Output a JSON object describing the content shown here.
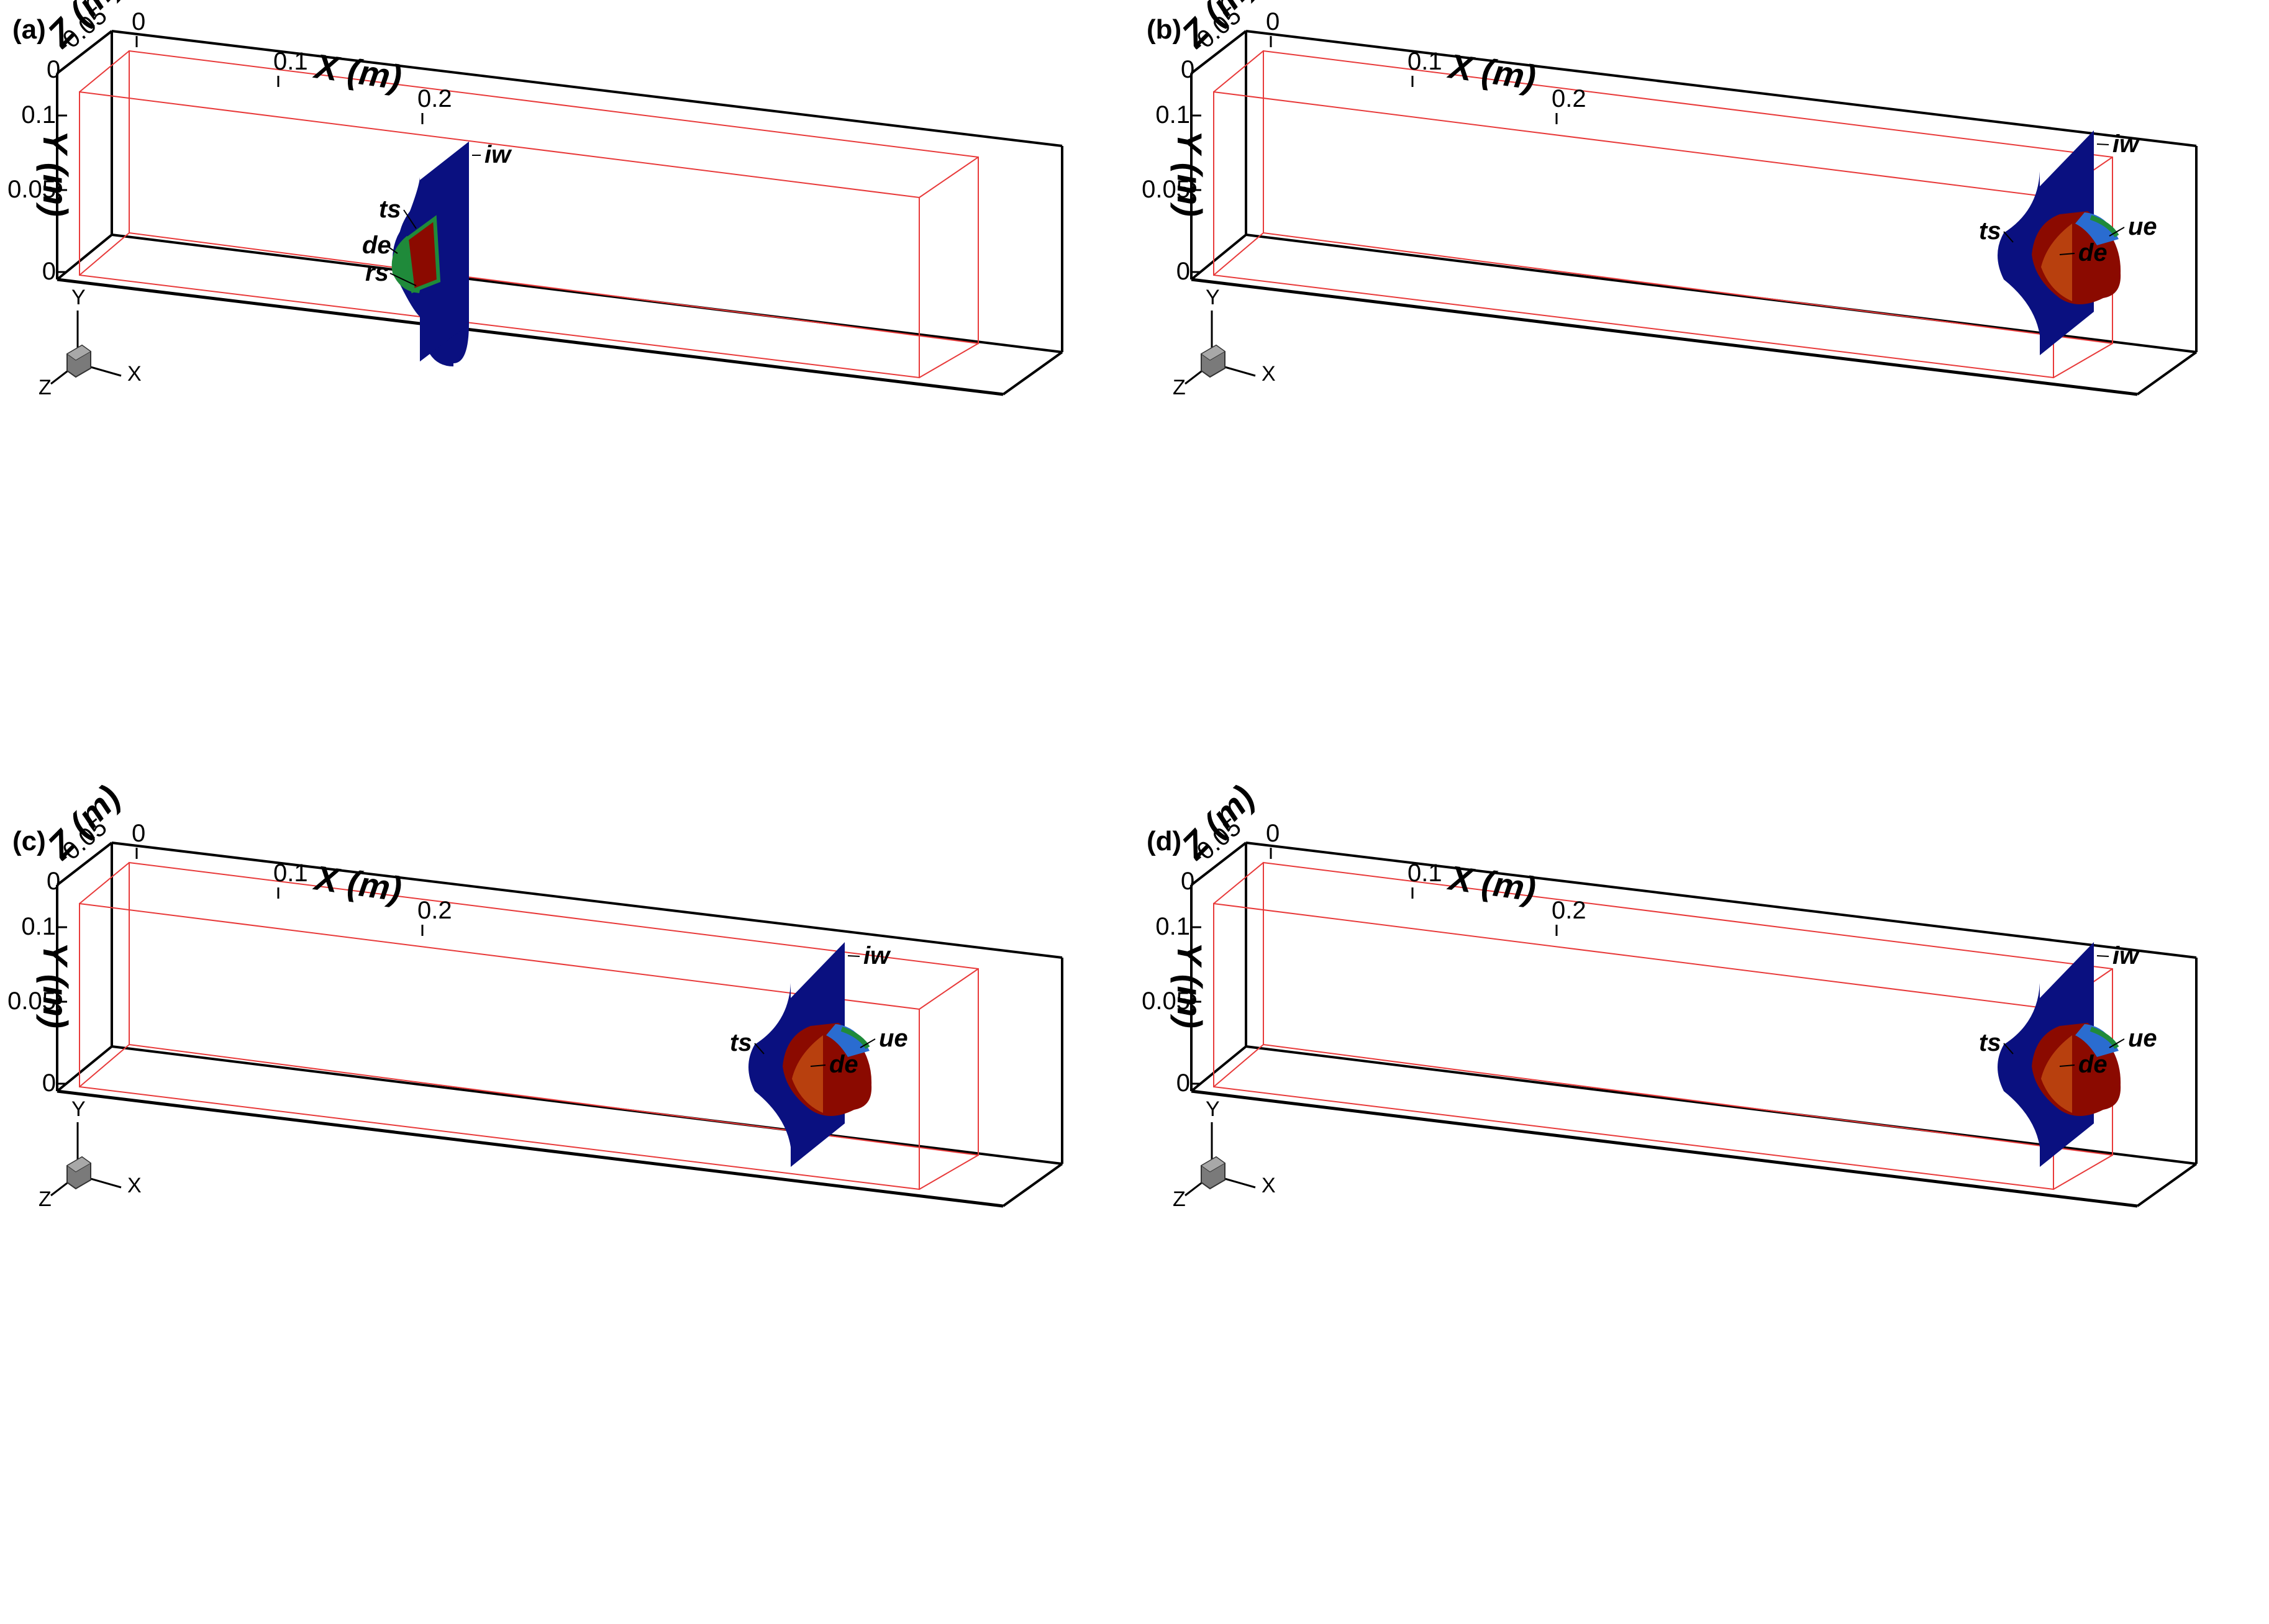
{
  "panels": [
    {
      "label": "(a)",
      "axes": {
        "x_title": "X (m)",
        "y_title": "Y (m)",
        "z_title": "Z (m)",
        "x_ticks": [
          "0",
          "0.1",
          "0.2"
        ],
        "y_ticks": [
          "0",
          "0.05",
          "0.1"
        ],
        "z_ticks": [
          "-0.05",
          "0"
        ]
      },
      "orientation": {
        "x": "X",
        "y": "Y",
        "z": "Z"
      },
      "annotations": [
        "iw",
        "ts",
        "de",
        "rs"
      ],
      "stage": "a"
    },
    {
      "label": "(b)",
      "axes": {
        "x_title": "X (m)",
        "y_title": "Y (m)",
        "z_title": "Z (m)",
        "x_ticks": [
          "0",
          "0.1",
          "0.2"
        ],
        "y_ticks": [
          "0",
          "0.05",
          "0.1"
        ],
        "z_ticks": [
          "-0.05",
          "0"
        ]
      },
      "orientation": {
        "x": "X",
        "y": "Y",
        "z": "Z"
      },
      "annotations": [
        "iw",
        "ts",
        "de",
        "ue"
      ],
      "stage": "b"
    },
    {
      "label": "(c)",
      "axes": {
        "x_title": "X (m)",
        "y_title": "Y (m)",
        "z_title": "Z (m)",
        "x_ticks": [
          "0",
          "0.1",
          "0.2"
        ],
        "y_ticks": [
          "0",
          "0.05",
          "0.1"
        ],
        "z_ticks": [
          "-0.05",
          "0"
        ]
      },
      "orientation": {
        "x": "X",
        "y": "Y",
        "z": "Z"
      },
      "annotations": [
        "iw",
        "ts",
        "de",
        "ue"
      ],
      "stage": "c"
    },
    {
      "label": "(d)",
      "axes": {
        "x_title": "X (m)",
        "y_title": "Y (m)",
        "z_title": "Z (m)",
        "x_ticks": [
          "0",
          "0.1",
          "0.2"
        ],
        "y_ticks": [
          "0",
          "0.05",
          "0.1"
        ],
        "z_ticks": [
          "-0.05",
          "0"
        ]
      },
      "orientation": {
        "x": "X",
        "y": "Y",
        "z": "Z"
      },
      "annotations": [
        "iw",
        "ts",
        "de",
        "ue"
      ],
      "stage": "d"
    }
  ],
  "colors": {
    "frame": "#000000",
    "domain_box": "#e83a3a",
    "wave_surface": "#0a1080",
    "drop_core": "#8b0a00",
    "drop_edge": "#1f8a3a",
    "drop_highlight": "#2a6cd0"
  }
}
